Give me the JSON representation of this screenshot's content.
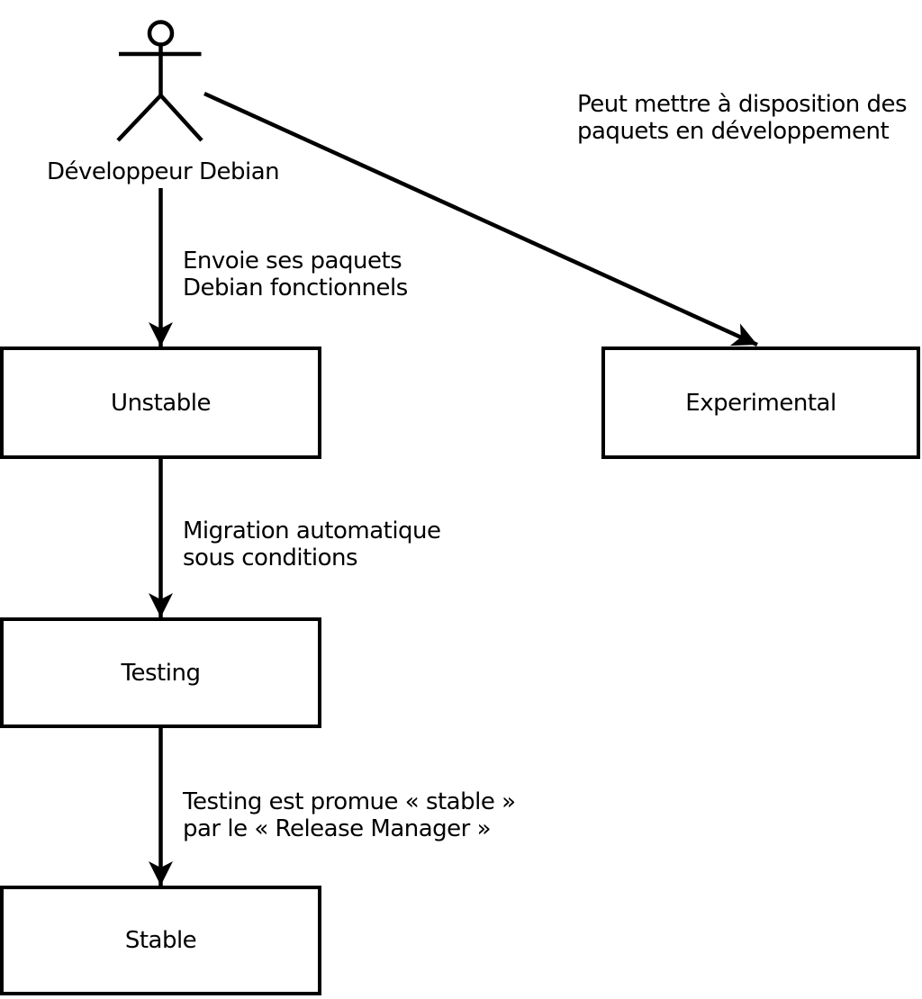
{
  "diagram": {
    "title_hint": "Debian package release flow",
    "actor": {
      "label": "Développeur Debian"
    },
    "boxes": [
      {
        "id": "unstable",
        "label": "Unstable"
      },
      {
        "id": "experimental",
        "label": "Experimental"
      },
      {
        "id": "testing",
        "label": "Testing"
      },
      {
        "id": "stable",
        "label": "Stable"
      }
    ],
    "annotations": [
      {
        "id": "experimental-note",
        "line1": "Peut mettre à disposition des",
        "line2": "paquets en développement"
      },
      {
        "id": "unstable-note",
        "line1": "Envoie ses paquets",
        "line2": "Debian fonctionnels"
      },
      {
        "id": "testing-note",
        "line1": "Migration automatique",
        "line2": "sous conditions"
      },
      {
        "id": "stable-note",
        "line1": "Testing est promue « stable »",
        "line2": "par le « Release Manager »"
      }
    ],
    "colors": {
      "line": "#000000",
      "background": "#ffffff",
      "box_fill": "#ffffff",
      "text": "#000000"
    }
  }
}
